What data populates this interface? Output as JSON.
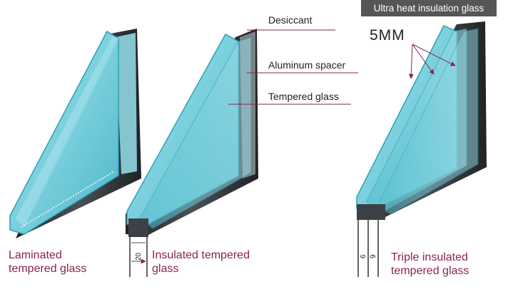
{
  "banner": "Ultra heat insulation glass",
  "callouts": {
    "desiccant": "Desiccant",
    "spacer": "Aluminum spacer",
    "tempered": "Tempered glass",
    "thickness": "5MM"
  },
  "captions": {
    "laminated": [
      "Laminated",
      "tempered glass"
    ],
    "insulated": [
      "Insulated tempered",
      "glass"
    ],
    "triple": [
      "Triple insulated",
      "tempered glass"
    ]
  },
  "dimensions": {
    "insulated_gap": "20",
    "triple_gap_1": "6",
    "triple_gap_2": "9"
  },
  "colors": {
    "glass": "#63c6d6",
    "glass_light": "#a9e2ea",
    "frame": "#2b2f33",
    "leader": "#8b2252",
    "caption": "#8b2252"
  }
}
